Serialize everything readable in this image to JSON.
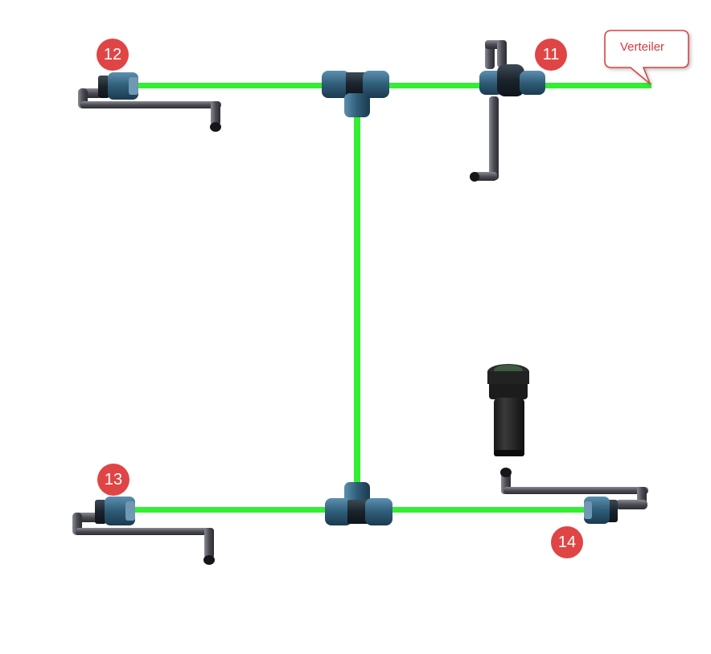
{
  "callout": {
    "label": "Verteiler"
  },
  "badges": {
    "b11": "11",
    "b12": "12",
    "b13": "13",
    "b14": "14"
  },
  "colors": {
    "pipe": "#33ee33",
    "badge": "#e04545",
    "fitting_blue": "#2f5d78",
    "fitting_dark": "#1e2a33",
    "riser": "#4a4a52",
    "callout_border": "#d64545"
  }
}
